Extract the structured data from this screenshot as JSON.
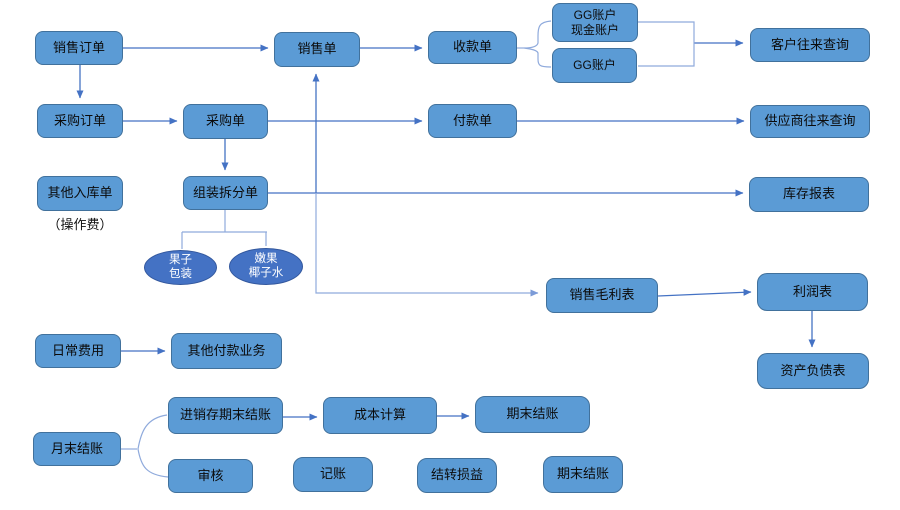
{
  "diagram": {
    "colors": {
      "node_fill": "#5B9BD5",
      "node_border": "#41719C",
      "ellipse_fill": "#4472C4",
      "ellipse_text": "#FFFFFF",
      "connector": "#4472C4",
      "connector_light": "#8FAADC",
      "node_text": "#0B0B0B",
      "background": "#FFFFFF"
    },
    "nodes": {
      "sales_order": {
        "label": "销售订单"
      },
      "purchase_order": {
        "label": "采购订单"
      },
      "other_inbound": {
        "label": "其他入库单"
      },
      "operation_fee_note": {
        "label": "（操作费）"
      },
      "daily_expense": {
        "label": "日常费用"
      },
      "month_end_close": {
        "label": "月末结账"
      },
      "sales_slip": {
        "label": "销售单"
      },
      "purchase_slip": {
        "label": "采购单"
      },
      "assembly_split": {
        "label": "组装拆分单"
      },
      "receipt_slip": {
        "label": "收款单"
      },
      "payment_slip": {
        "label": "付款单"
      },
      "gg_cash_account": {
        "label": "GG账户\n现金账户"
      },
      "gg_account": {
        "label": "GG账户"
      },
      "customer_inquiry": {
        "label": "客户往来查询"
      },
      "supplier_inquiry": {
        "label": "供应商往来查询"
      },
      "inventory_report": {
        "label": "库存报表"
      },
      "gross_profit_report": {
        "label": "销售毛利表"
      },
      "profit_statement": {
        "label": "利润表"
      },
      "balance_sheet": {
        "label": "资产负债表"
      },
      "other_payment_biz": {
        "label": "其他付款业务"
      },
      "inv_period_end_close": {
        "label": "进销存期末结账"
      },
      "cost_calc": {
        "label": "成本计算"
      },
      "period_end_close_top": {
        "label": "期末结账"
      },
      "audit": {
        "label": "审核"
      },
      "bookkeeping": {
        "label": "记账"
      },
      "carryover_pl": {
        "label": "结转损益"
      },
      "period_end_close_bottom": {
        "label": "期末结账"
      },
      "fruit_packaging": {
        "label": "果子\n包装"
      },
      "young_coconut_water": {
        "label": "嫩果\n椰子水"
      }
    },
    "edges": [
      {
        "from": "销售订单",
        "to": "销售单"
      },
      {
        "from": "销售订单",
        "to": "采购订单"
      },
      {
        "from": "采购订单",
        "to": "采购单"
      },
      {
        "from": "采购单",
        "to": "付款单"
      },
      {
        "from": "采购单",
        "to": "组装拆分单"
      },
      {
        "from": "销售单",
        "to": "收款单"
      },
      {
        "from": "组装拆分单",
        "to": "销售单"
      },
      {
        "from": "组装拆分单",
        "to": "库存报表"
      },
      {
        "from": "组装拆分单",
        "to": "销售毛利表"
      },
      {
        "from": "组装拆分单",
        "to": "果子包装"
      },
      {
        "from": "组装拆分单",
        "to": "嫩果椰子水"
      },
      {
        "from": "收款单",
        "to": "GG账户/现金账户"
      },
      {
        "from": "收款单",
        "to": "GG账户"
      },
      {
        "from": "GG账户/现金账户",
        "to": "客户往来查询"
      },
      {
        "from": "GG账户",
        "to": "客户往来查询"
      },
      {
        "from": "付款单",
        "to": "供应商往来查询"
      },
      {
        "from": "销售毛利表",
        "to": "利润表"
      },
      {
        "from": "利润表",
        "to": "资产负债表"
      },
      {
        "from": "日常费用",
        "to": "其他付款业务"
      },
      {
        "from": "月末结账",
        "to": "进销存期末结账"
      },
      {
        "from": "月末结账",
        "to": "审核"
      },
      {
        "from": "进销存期末结账",
        "to": "成本计算"
      },
      {
        "from": "成本计算",
        "to": "期末结账"
      }
    ]
  }
}
